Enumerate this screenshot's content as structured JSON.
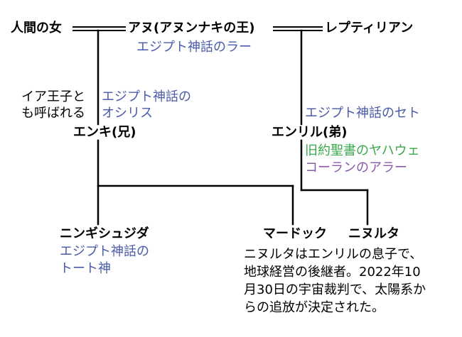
{
  "colors": {
    "line": "#000000",
    "name_text": "#000000",
    "egypt_note": "#4a5aa8",
    "bible_note": "#3aa84a",
    "quran_note": "#8a5aa8"
  },
  "people": {
    "human_woman": "人間の女",
    "anu": "アヌ(アヌンナキの王)",
    "reptilian": "レプティリアン",
    "enki": "エンキ(兄)",
    "enlil": "エンリル(弟)",
    "ningishzida": "ニンギシュジダ",
    "marduk": "マードック",
    "ninurta": "ニヌルタ"
  },
  "notes": {
    "anu_egypt": "エジプト神話のラー",
    "enki_alias_line1": "イア王子と",
    "enki_alias_line2": "も呼ばれる",
    "enki_egypt_line1": "エジプト神話の",
    "enki_egypt_line2": "オシリス",
    "enlil_egypt": "エジプト神話のセト",
    "enlil_bible": "旧約聖書のヤハウェ",
    "enlil_quran": "コーランのアラー",
    "ningishzida_egypt_line1": "エジプト神話の",
    "ningishzida_egypt_line2": "トート神"
  },
  "caption": {
    "line1": "ニヌルタはエンリルの息子で、",
    "line2": "地球経営の後継者。2022年10",
    "line3": "月30日の宇宙裁判で、太陽系か",
    "line4": "らの追放が決定された。"
  }
}
